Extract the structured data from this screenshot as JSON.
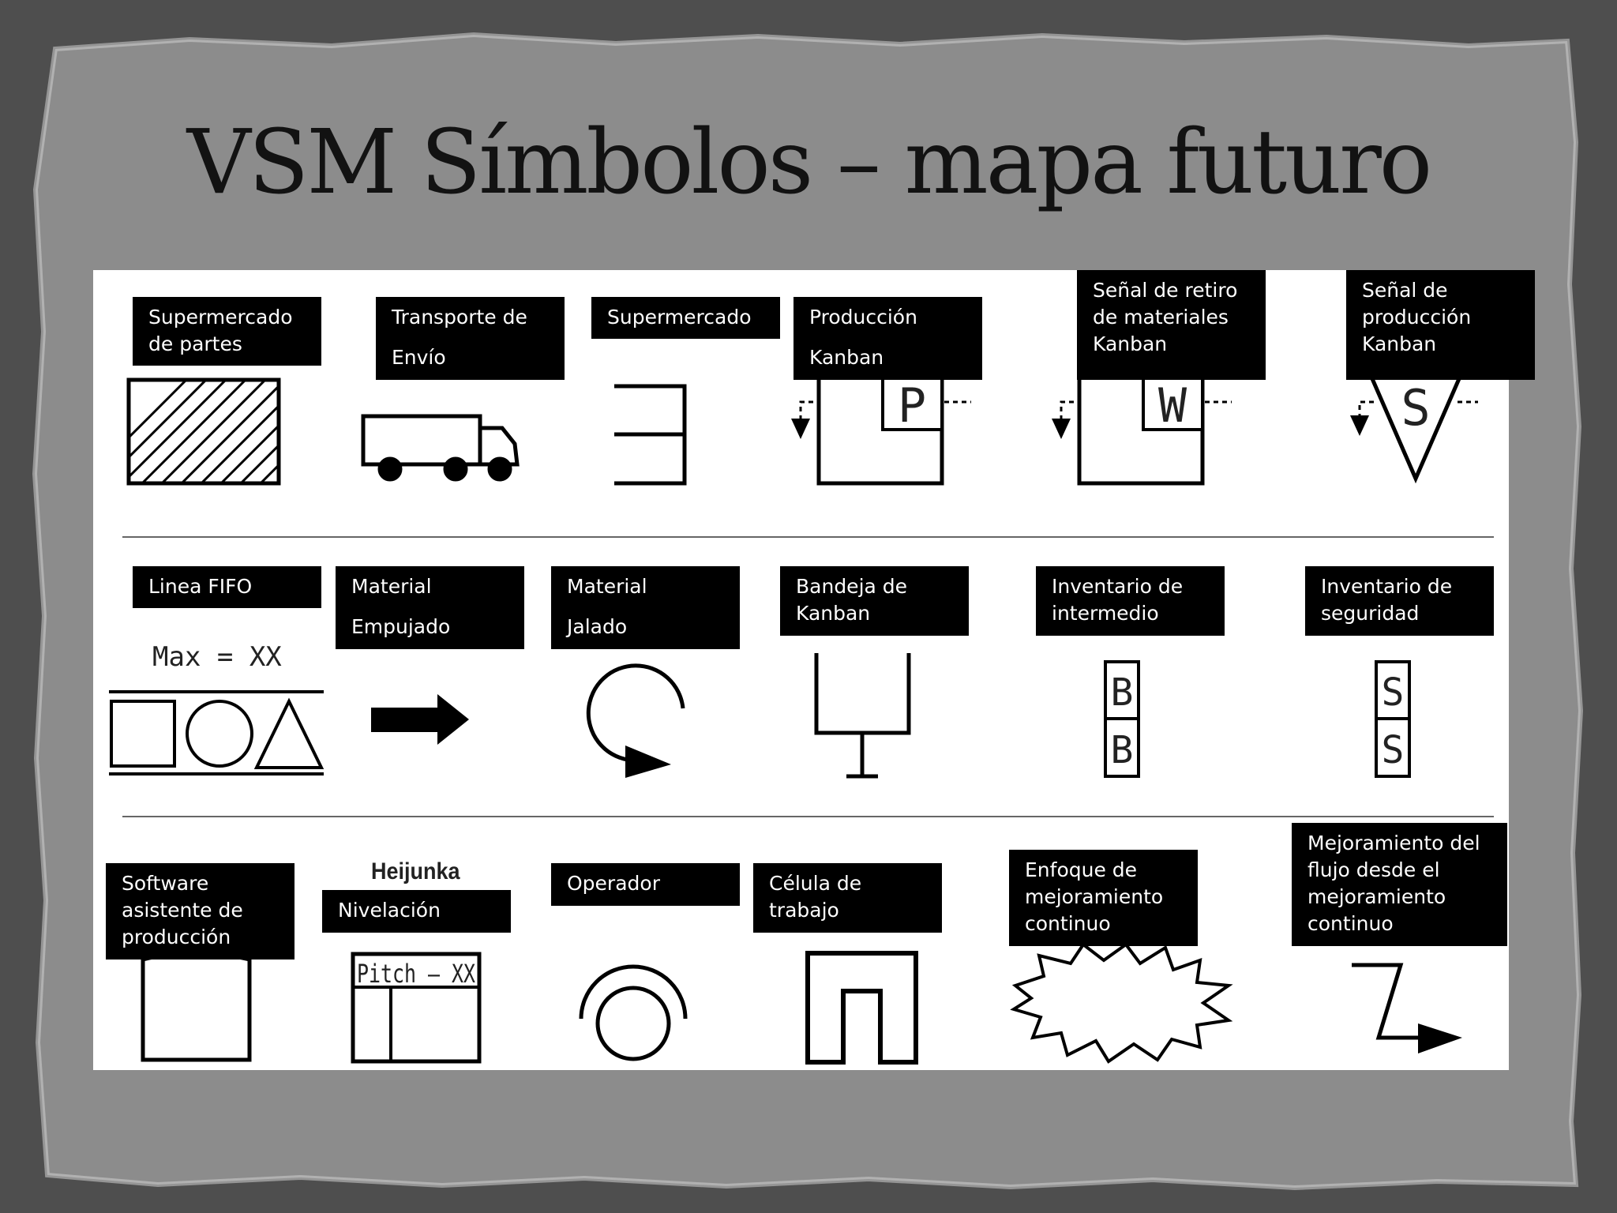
{
  "title": "VSM Símbolos  – mapa futuro",
  "row1": [
    {
      "label": "Supermercado\nde partes",
      "icon": "hatched-rectangle-icon"
    },
    {
      "label": "Transporte de\nEnvío",
      "icon": "truck-icon"
    },
    {
      "label": "Supermercado",
      "icon": "supermarket-shelf-icon"
    },
    {
      "label": "Producción\nKanban",
      "icon": "production-kanban-icon",
      "symbol_letter": "P"
    },
    {
      "label": "Señal de retiro\nde materiales\nKanban",
      "icon": "withdrawal-kanban-icon",
      "symbol_letter": "W"
    },
    {
      "label": "Señal de\nproducción\nKanban",
      "icon": "signal-kanban-triangle-icon",
      "symbol_letter": "S"
    }
  ],
  "row2": [
    {
      "label": "Linea FIFO",
      "icon": "fifo-lane-icon",
      "caption": "Max = XX"
    },
    {
      "label": "Material\nEmpujado",
      "icon": "push-arrow-icon"
    },
    {
      "label": "Material\nJalado",
      "icon": "pull-circular-arrow-icon"
    },
    {
      "label": "Bandeja de\nKanban",
      "icon": "kanban-post-icon"
    },
    {
      "label": "Inventario de\nintermedio",
      "icon": "buffer-stock-icon",
      "symbol_letter": "B"
    },
    {
      "label": "Inventario de\nseguridad",
      "icon": "safety-stock-icon",
      "symbol_letter": "S"
    }
  ],
  "row3": [
    {
      "label": "Software\nasistente de\nproducción",
      "icon": "software-box-icon"
    },
    {
      "label": "Nivelación",
      "icon": "heijunka-box-icon",
      "caption": "Heijunka",
      "box_text": "Pitch – XX"
    },
    {
      "label": "Operador",
      "icon": "operator-icon"
    },
    {
      "label": "Célula de trabajo",
      "icon": "work-cell-icon"
    },
    {
      "label": "Enfoque de\nmejoramiento\ncontinuo",
      "icon": "kaizen-burst-icon"
    },
    {
      "label": "Mejoramiento del\nflujo desde el\nmejoramiento\ncontinuo",
      "icon": "kaizen-flow-arrow-icon"
    }
  ]
}
